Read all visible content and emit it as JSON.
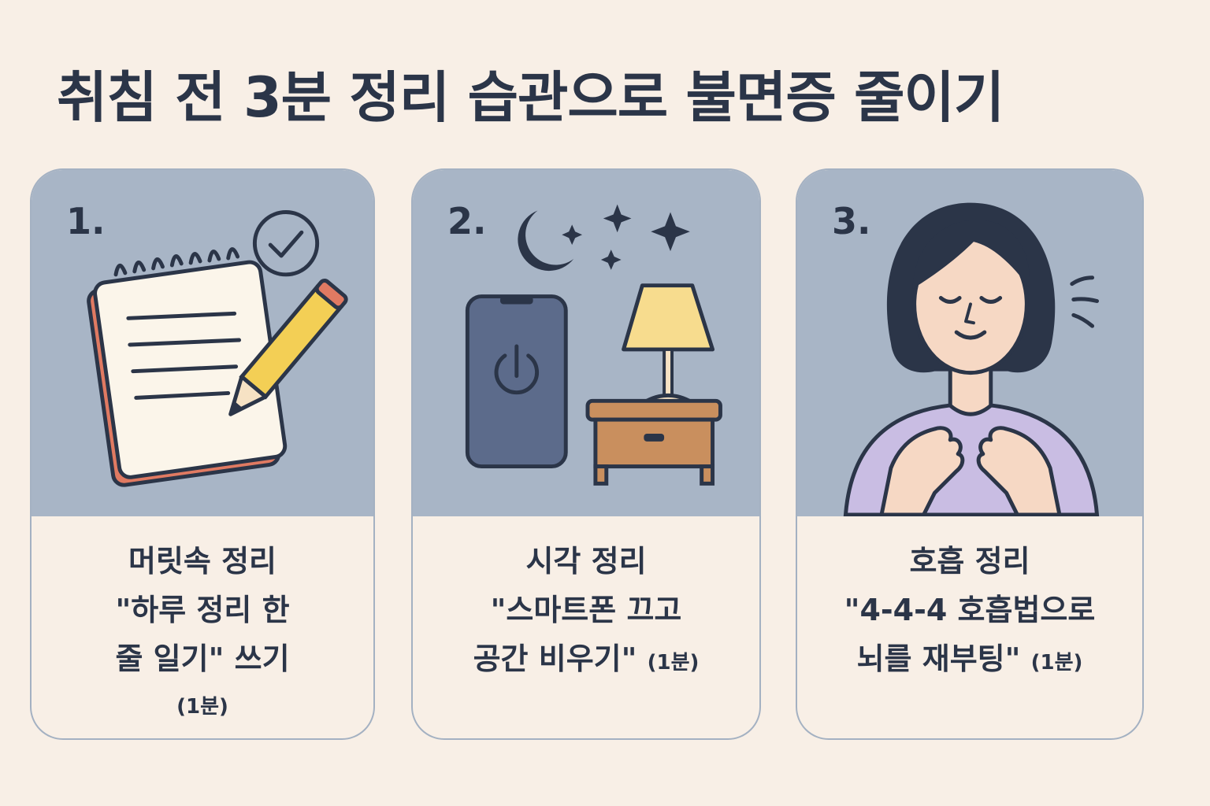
{
  "title": "취침 전 3분 정리 습관으로 불면증 줄이기",
  "cards": [
    {
      "number": "1.",
      "heading": "머릿속 정리",
      "line1": "\"하루 정리 한",
      "line2": "줄 일기\" 쓰기",
      "minutes": "(1분)",
      "icons": [
        "notepad-icon",
        "pencil-icon",
        "checkmark-circle-icon"
      ]
    },
    {
      "number": "2.",
      "heading": "시각 정리",
      "line1": "\"스마트폰 끄고",
      "line2": "공간 비우기\"",
      "minutes": "(1분)",
      "icons": [
        "moon-icon",
        "star-icon",
        "smartphone-power-icon",
        "lamp-icon",
        "nightstand-icon"
      ]
    },
    {
      "number": "3.",
      "heading": "호흡 정리",
      "line1": "\"4-4-4 호흡법으로",
      "line2": "뇌를 재부팅\"",
      "minutes": "(1분)",
      "icons": [
        "breathing-woman-icon",
        "breath-lines-icon"
      ]
    }
  ],
  "colors": {
    "background": "#f8efe6",
    "panel": "#a8b5c6",
    "text": "#2b3548",
    "pencil": "#f3cf55",
    "lamp": "#f7dc8e",
    "table": "#c98f5e",
    "shirt": "#c9bde3",
    "skin": "#f6d8c4"
  }
}
